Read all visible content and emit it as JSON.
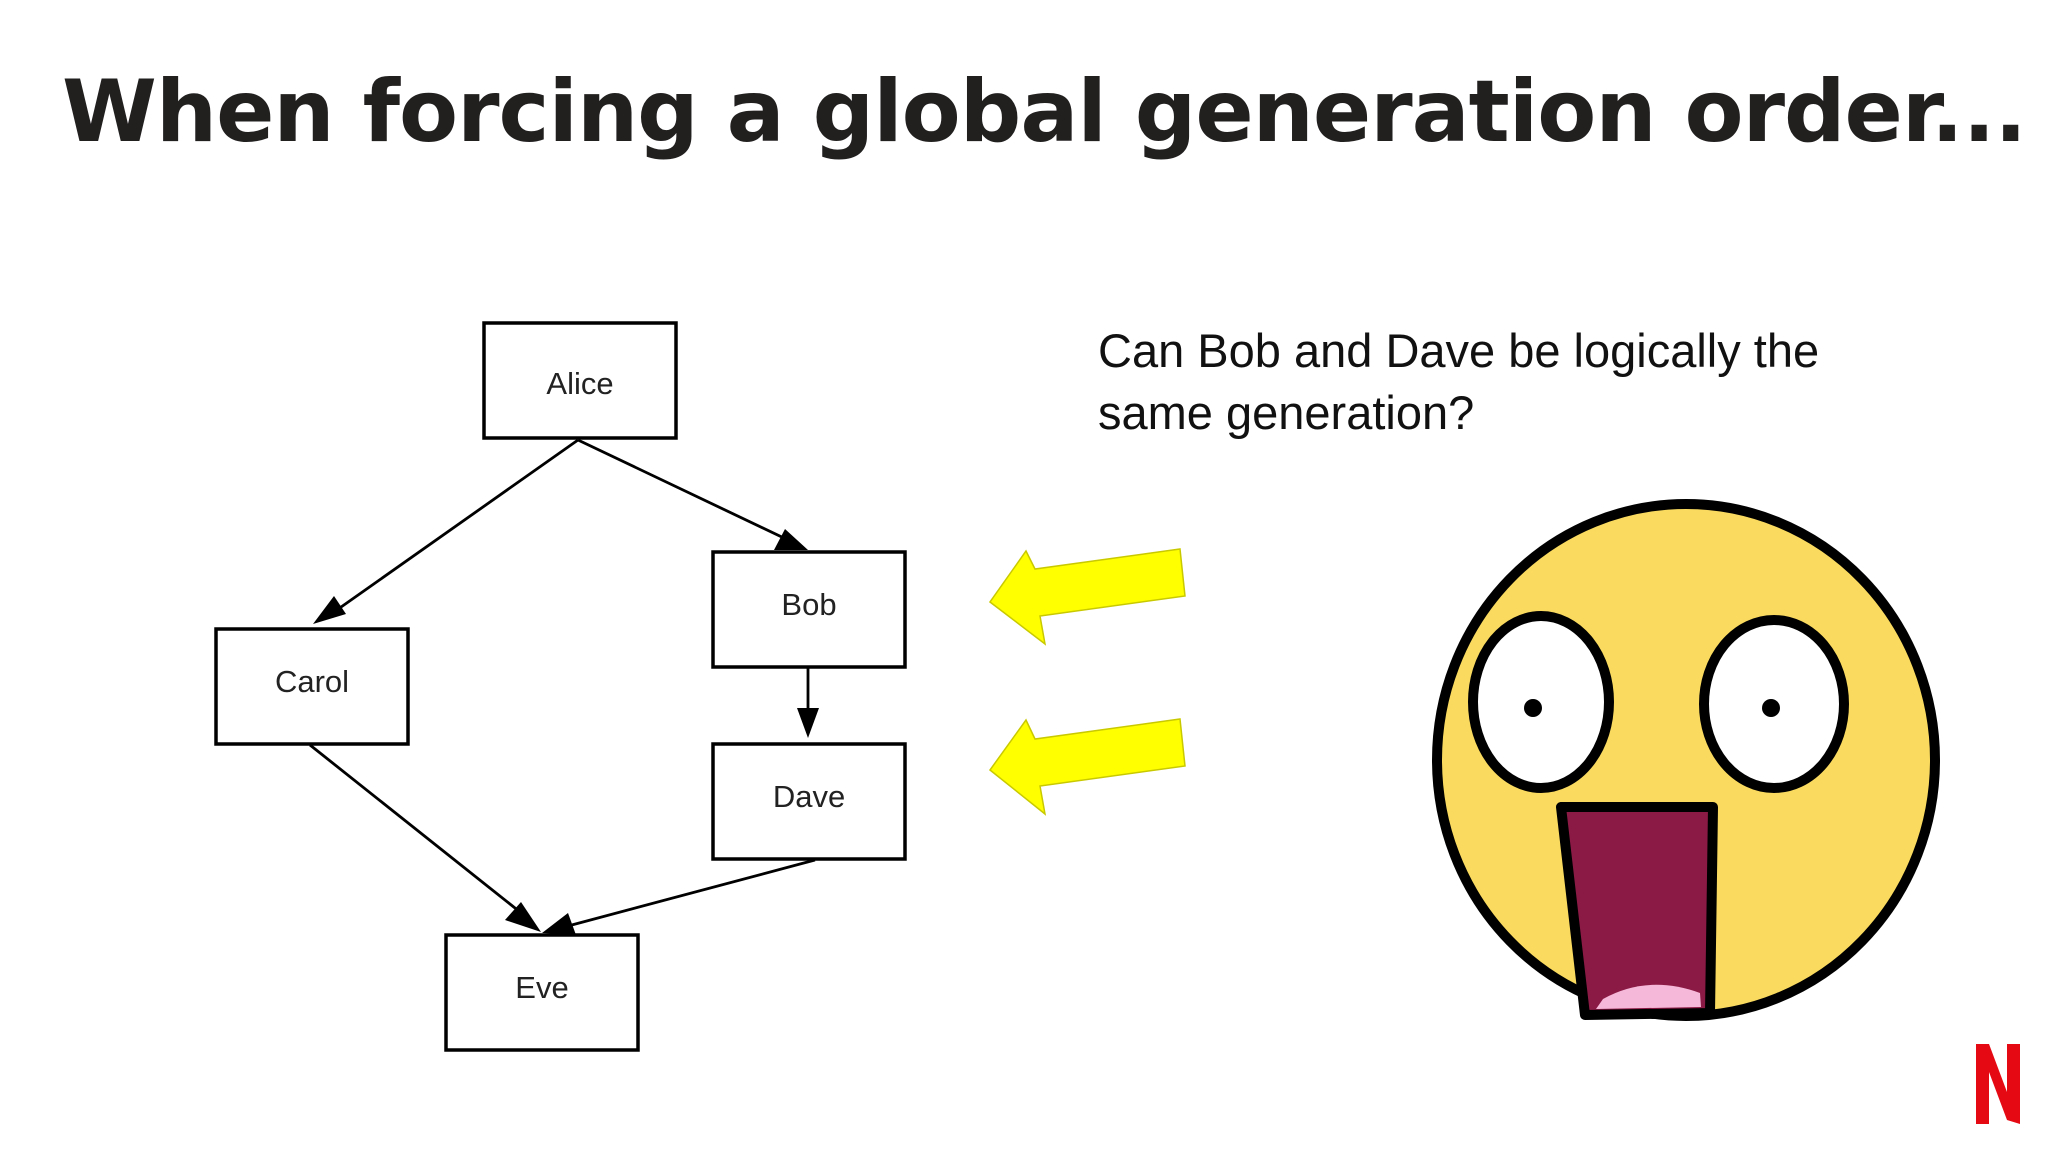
{
  "slide": {
    "title": "When forcing a global generation order...",
    "question_lines": [
      "Can Bob and Dave be logically the",
      "same generation?"
    ]
  },
  "diagram": {
    "nodes": [
      {
        "id": "alice",
        "label": "Alice"
      },
      {
        "id": "bob",
        "label": "Bob"
      },
      {
        "id": "carol",
        "label": "Carol"
      },
      {
        "id": "dave",
        "label": "Dave"
      },
      {
        "id": "eve",
        "label": "Eve"
      }
    ],
    "edges": [
      {
        "from": "alice",
        "to": "carol"
      },
      {
        "from": "alice",
        "to": "bob"
      },
      {
        "from": "bob",
        "to": "dave"
      },
      {
        "from": "carol",
        "to": "eve"
      },
      {
        "from": "dave",
        "to": "eve"
      }
    ],
    "pointer_arrow_targets": [
      "bob",
      "dave"
    ]
  },
  "colors": {
    "title": "#221f1f",
    "pointer_arrow": "#ffff00",
    "face": "#fadb5f",
    "mouth": "#8b1a45",
    "tongue": "#f5b8d8",
    "brand_logo": "#e50914"
  },
  "icons": {
    "face": "shocked-face-icon",
    "logo": "netflix-logo"
  }
}
